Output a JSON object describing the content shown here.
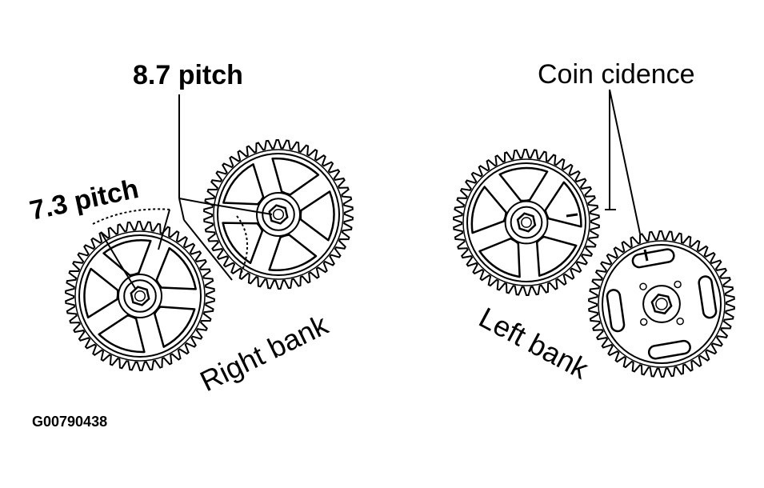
{
  "labels": {
    "pitch_87": "8.7 pitch",
    "pitch_73": "7.3 pitch",
    "coincidence": "Coin cidence",
    "right_bank": "Right bank",
    "left_bank": "Left bank",
    "figure_code": "G00790438"
  },
  "gears": {
    "right_bank_upper": {
      "teeth": 46,
      "hub": "hex-nut",
      "spokes": 5
    },
    "right_bank_lower": {
      "teeth": 46,
      "hub": "hex-nut",
      "spokes": 5
    },
    "left_bank_upper": {
      "teeth": 46,
      "hub": "hex-nut",
      "spokes": 5
    },
    "left_bank_lower": {
      "teeth": 46,
      "hub": "hex-nut",
      "slots": 4
    }
  },
  "colors": {
    "ink": "#000000",
    "paper": "#ffffff"
  }
}
